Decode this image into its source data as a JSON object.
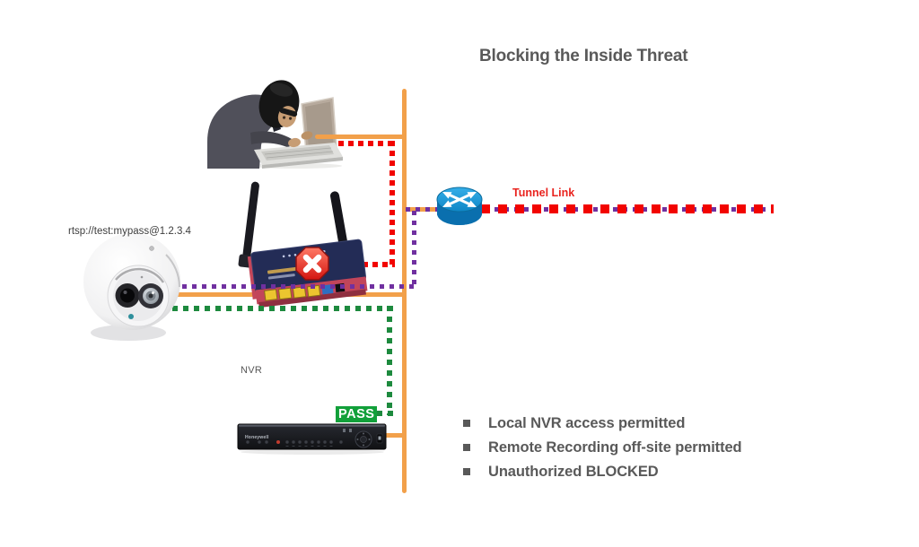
{
  "title": "Blocking the Inside Threat",
  "labels": {
    "tunnel_link": "Tunnel Link",
    "camera_rtsp_url": "rtsp://test:mypass@1.2.3.4",
    "nvr": "NVR",
    "pass_badge": "PASS",
    "nvr_brand": "Honeywell"
  },
  "bullets": [
    "Local NVR access permitted",
    "Remote Recording off-site permitted",
    "Unauthorized BLOCKED"
  ],
  "colors": {
    "backbone_orange": "#F2A04A",
    "blocked_red": "#F20400",
    "tunnel_purple": "#7030A0",
    "allowed_green": "#1D8A3E",
    "pass_green_bg": "#12A03A",
    "heading_gray": "#595959",
    "tunnel_label_red": "#E9231E"
  },
  "icons": {
    "blocked": "x-octagon-icon",
    "wan_router": "cisco-router-cylinder-icon",
    "bullet": "square-bullet-icon"
  }
}
